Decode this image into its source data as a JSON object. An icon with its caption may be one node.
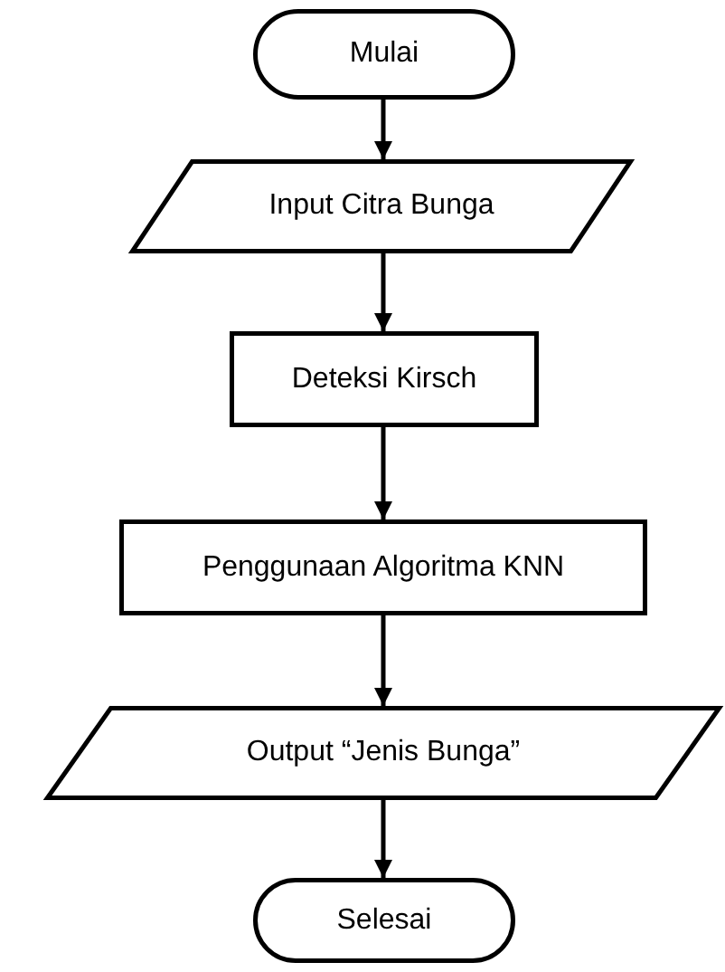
{
  "diagram": {
    "nodes": [
      {
        "text": [
          "Mulai"
        ]
      },
      {
        "text": [
          "Input Citra Bunga"
        ]
      },
      {
        "text": [
          "Deteksi Kirsch"
        ]
      },
      {
        "text": [
          "Penggunaan Algoritma KNN"
        ]
      },
      {
        "text": [
          "Output “Jenis Bunga”"
        ]
      },
      {
        "text": [
          "Selesai"
        ]
      }
    ],
    "edges": [
      {
        "from": 0,
        "to": 1,
        "arrow": "to"
      },
      {
        "from": 1,
        "to": 2,
        "arrow": "to"
      },
      {
        "from": 2,
        "to": 3,
        "arrow": "to"
      },
      {
        "from": 3,
        "to": 4,
        "arrow": "to"
      },
      {
        "from": 4,
        "to": 5,
        "arrow": "to"
      }
    ]
  }
}
